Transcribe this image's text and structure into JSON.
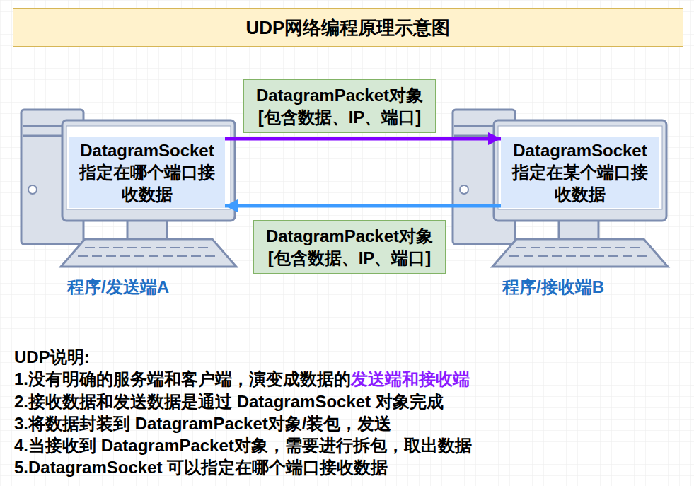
{
  "diagram": {
    "title": "UDP网络编程原理示意图",
    "nodes": [
      {
        "text": [
          "DatagramSocket 指定在哪个端口接 收数据"
        ]
      },
      {
        "text": [
          "DatagramSocket 指定在某个端口接 收数据"
        ]
      }
    ],
    "edges": [
      {
        "from": 0,
        "to": 1,
        "arrow": "to",
        "label": "DatagramPacket对象 [包含数据、IP、端口]"
      },
      {
        "from": 1,
        "to": 0,
        "arrow": "to",
        "label": "DatagramPacket对象 [包含数据、IP、端口]"
      }
    ],
    "labels": [
      "程序/发送端A",
      "程序/接收端B",
      "UDP说明:",
      "1.没有明确的服务端和客户端，演变成数据的",
      "发送端和接收端",
      "2.接收数据和发送数据是通过 DatagramSocket 对象完成",
      "3.将数据封装到 DatagramPacket对象/装包，发送",
      "4.当接收到 DatagramPacket对象，需要进行拆包，取出数据",
      "5.DatagramSocket 可以指定在哪个端口接收数据"
    ]
  }
}
